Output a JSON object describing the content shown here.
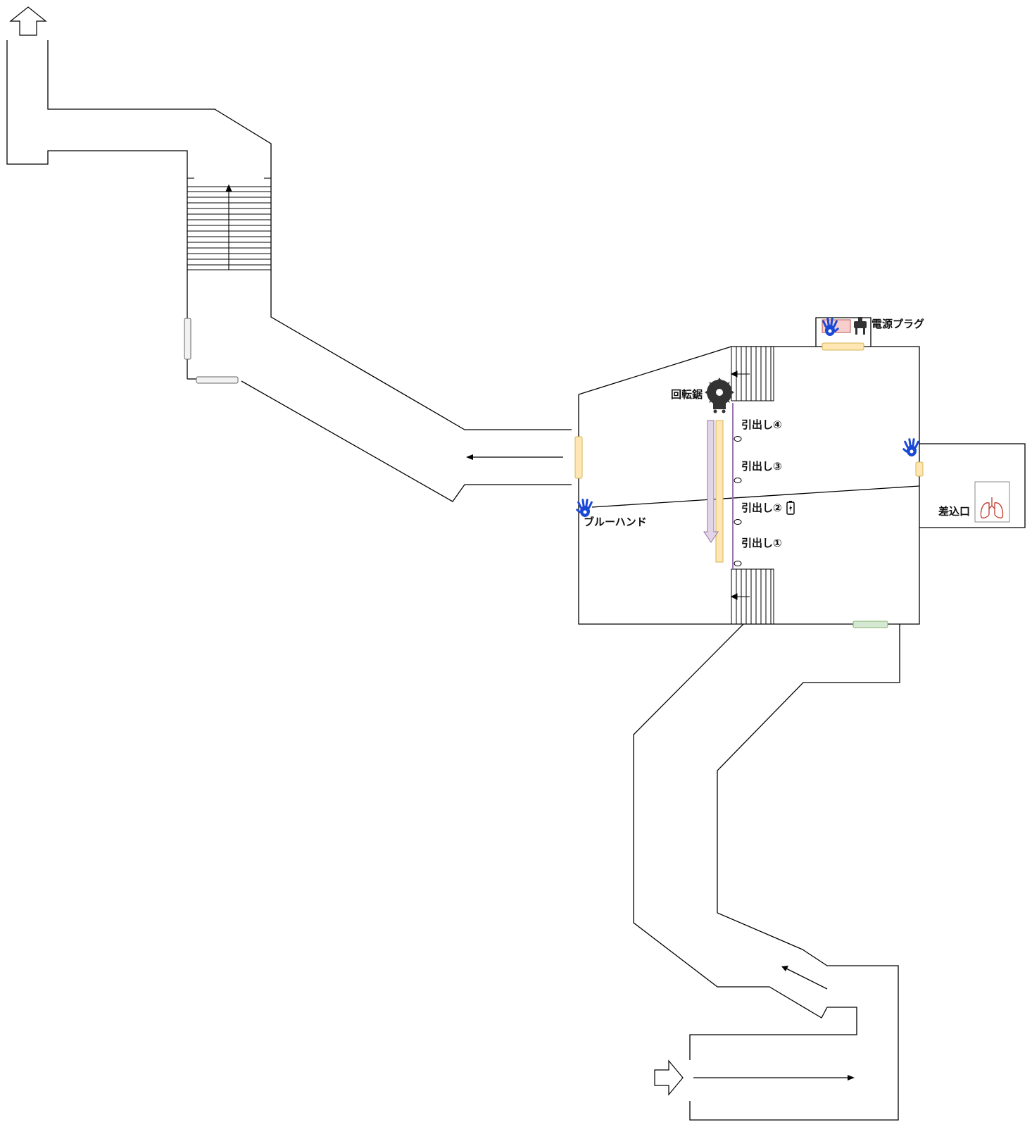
{
  "labels": {
    "power_plug": "電源プラグ",
    "rotary_saw": "回転鋸",
    "drawer_4": "引出し④",
    "drawer_3": "引出し③",
    "drawer_2": "引出し②",
    "drawer_1": "引出し①",
    "blue_hand": "ブルーハンド",
    "slot": "差込口"
  },
  "colors": {
    "wall": "#000000",
    "door_yellow": "#ffe6b3",
    "door_green": "#d5e8d4",
    "door_gray": "#f2f2f2",
    "purple_bar": "#e1d5e7",
    "pink_box": "#f8cecc",
    "hand_blue": "#1a49d6",
    "lungs_red": "#c0392b"
  },
  "icons": [
    "up-arrow-icon",
    "right-arrow-icon",
    "hand-icon",
    "power-plug-icon",
    "saw-blade-icon",
    "battery-icon",
    "lungs-icon"
  ]
}
